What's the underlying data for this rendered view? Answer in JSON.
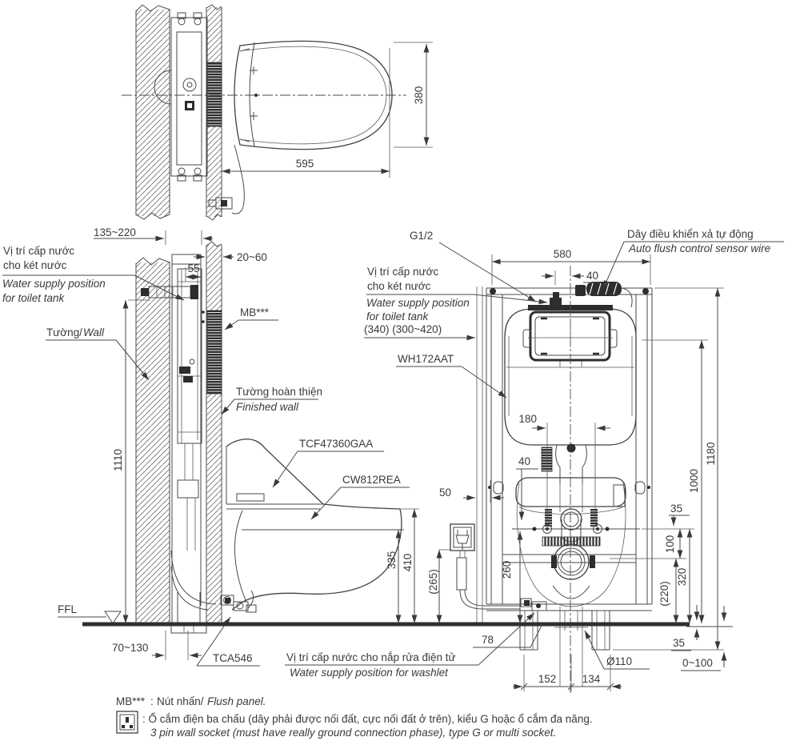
{
  "colors": {
    "ink": "#3a3a3a",
    "paper": "#ffffff",
    "dark": "#2d2d2d"
  },
  "plan": {
    "d595": "595",
    "d380": "380"
  },
  "side": {
    "d135": "135~220",
    "d2060": "20~60",
    "d55": "55",
    "d1110": "1110",
    "d70130": "70~130",
    "d335": "335",
    "d410": "410",
    "d265": "(265)",
    "supply_vn1": "Vị trí cấp nước",
    "supply_vn2": "cho két nước",
    "supply_en1": "Water supply position",
    "supply_en2": "for toilet tank",
    "wall_vn": "Tường/",
    "wall_en": "Wall",
    "mb": "MB***",
    "finished_vn": "Tường hoàn thiện",
    "finished_en": "Finished wall",
    "tcf": "TCF47360GAA",
    "cw": "CW812REA",
    "tca": "TCA546",
    "ffl": "FFL",
    "washlet_vn": "Vị trí cấp nước cho nắp rửa điện tử",
    "washlet_en": "Water supply position for washlet"
  },
  "front": {
    "g12": "G1/2",
    "sensor_vn": "Dây điều khiển xả tự động",
    "sensor_en": "Auto flush control sensor wire",
    "supply_vn1": "Vị trí cấp nước",
    "supply_vn2": "cho két nước",
    "supply_en1": "Water supply position",
    "supply_en2": "for toilet tank",
    "d340": "(340) (300~420)",
    "wh": "WH172AAT",
    "d580": "580",
    "d40top": "40",
    "d180": "180",
    "d40mid": "40",
    "d50": "50",
    "d1180": "1180",
    "d1000": "1000",
    "d35a": "35",
    "d100": "100",
    "d320": "320",
    "d220": "(220)",
    "d260": "260",
    "d78": "78",
    "d110": "Ø110",
    "d0100": "0~100",
    "d152": "152",
    "d134": "134",
    "d35b": "35"
  },
  "notes": {
    "mb_code": "MB***",
    "mb_sep": ":",
    "mb_vn": "Nút nhấn/",
    "mb_en": "Flush panel.",
    "socket_vn": ": Ổ cắm điện ba chấu (dây phải được nối đất, cực nối đất ở trên), kiểu G hoặc ổ cắm đa năng.",
    "socket_en": "3 pin wall socket (must have really ground connection phase), type G or multi socket."
  }
}
